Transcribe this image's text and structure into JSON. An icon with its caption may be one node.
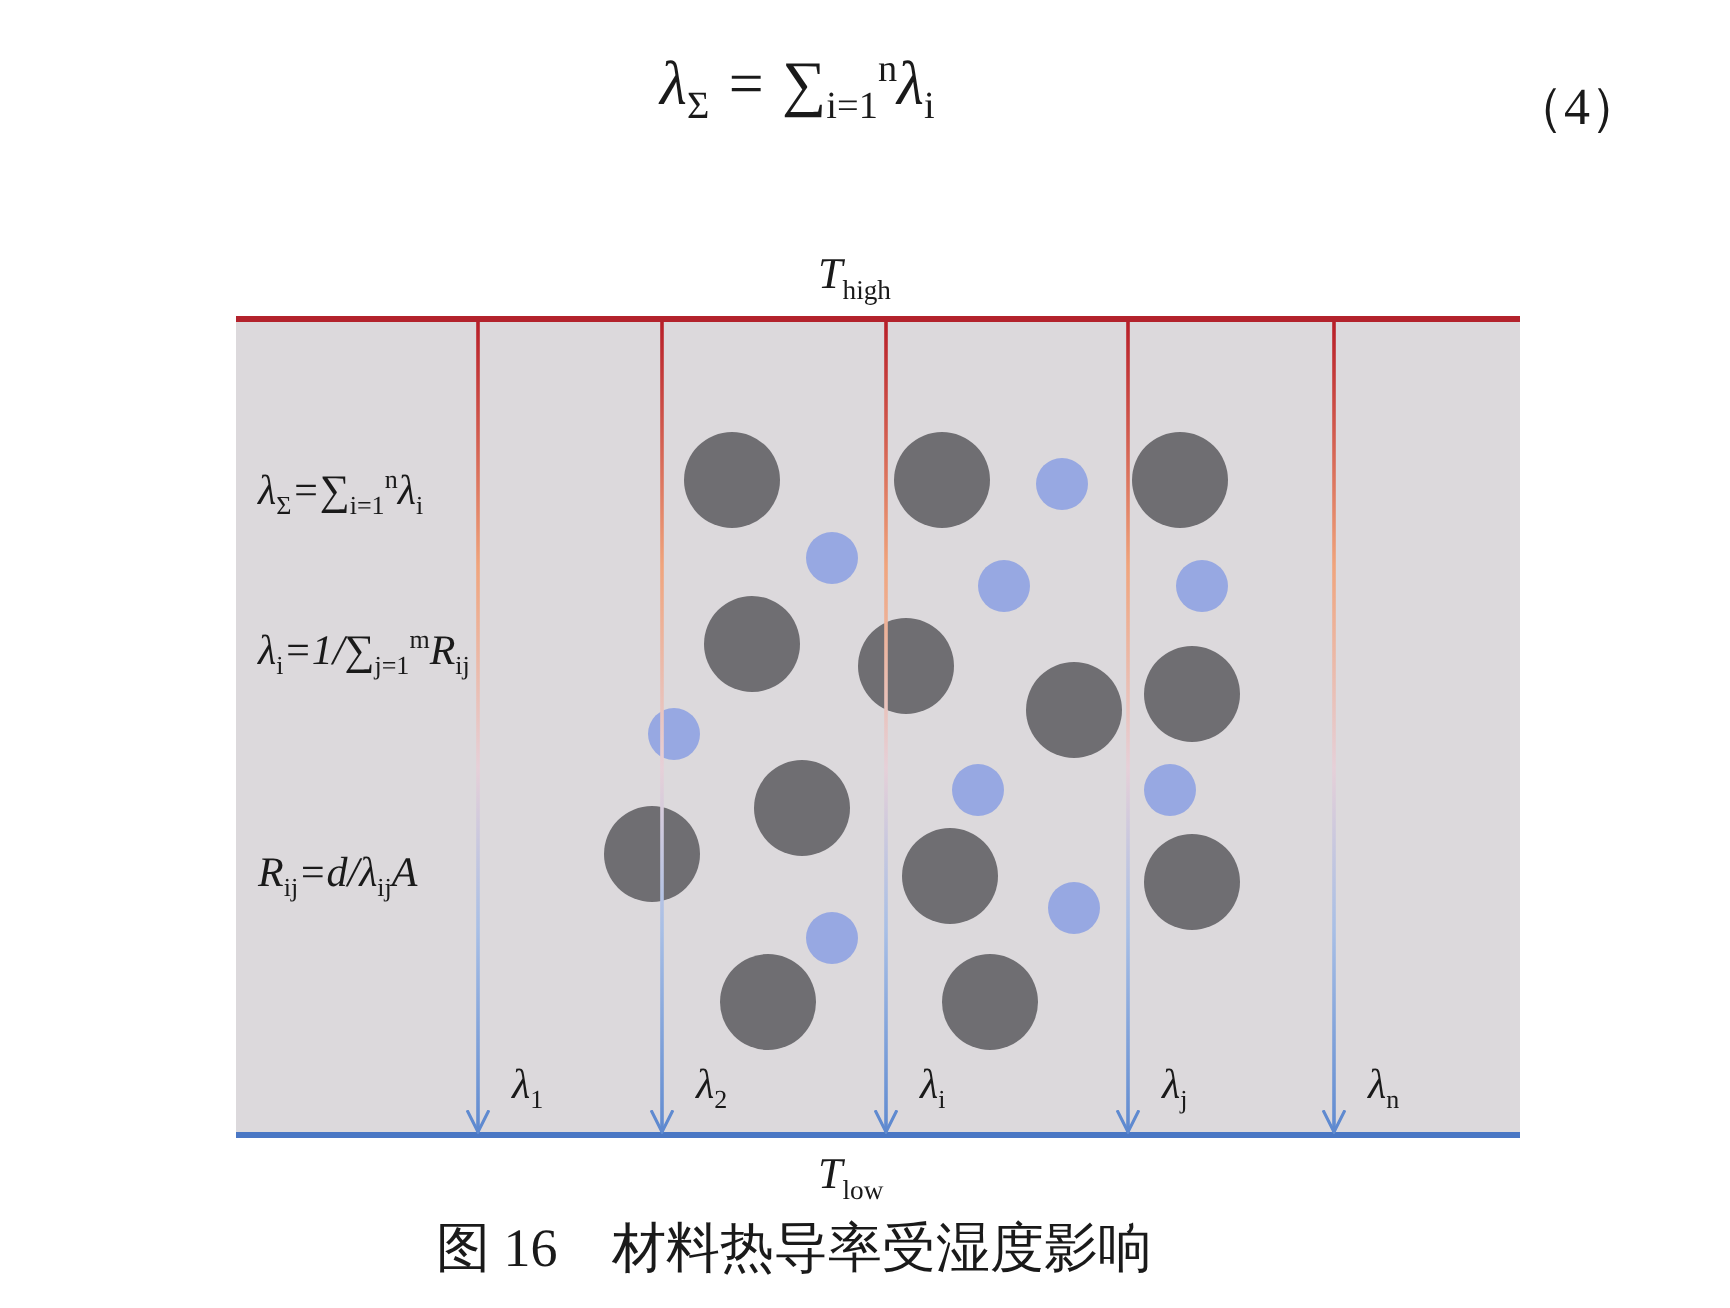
{
  "diagram": {
    "caption": "图 16　材料热导率受湿度影响",
    "nodes": [
      {
        "text": [
          "*T*$_{high}$"
        ]
      },
      {
        "text": [
          "*T*$_{low}$"
        ]
      }
    ],
    "edges": [
      {
        "from": 0,
        "to": 1,
        "arrow": "to",
        "label": "λ$_{1}$"
      },
      {
        "from": 0,
        "to": 1,
        "arrow": "to",
        "label": "λ$_{2}$"
      },
      {
        "from": 0,
        "to": 1,
        "arrow": "to",
        "label": "λ$_{i}$"
      },
      {
        "from": 0,
        "to": 1,
        "arrow": "to",
        "label": "λ$_{j}$"
      },
      {
        "from": 0,
        "to": 1,
        "arrow": "to",
        "label": "λ$_{n}$"
      }
    ],
    "labels": [
      "λ$_{Σ}$ = ∑$_{i=1}$$^{n}$λ$_{i}$",
      "（4）",
      "λ$_{Σ}$=∑$_{i=1}$$^{n}$λ$_{i}$",
      "λ$_{i}$=1/∑$_{j=1}$$^{m}$R$_{ij}$",
      "R$_{ij}$=d/λ$_{ij}$A"
    ]
  }
}
